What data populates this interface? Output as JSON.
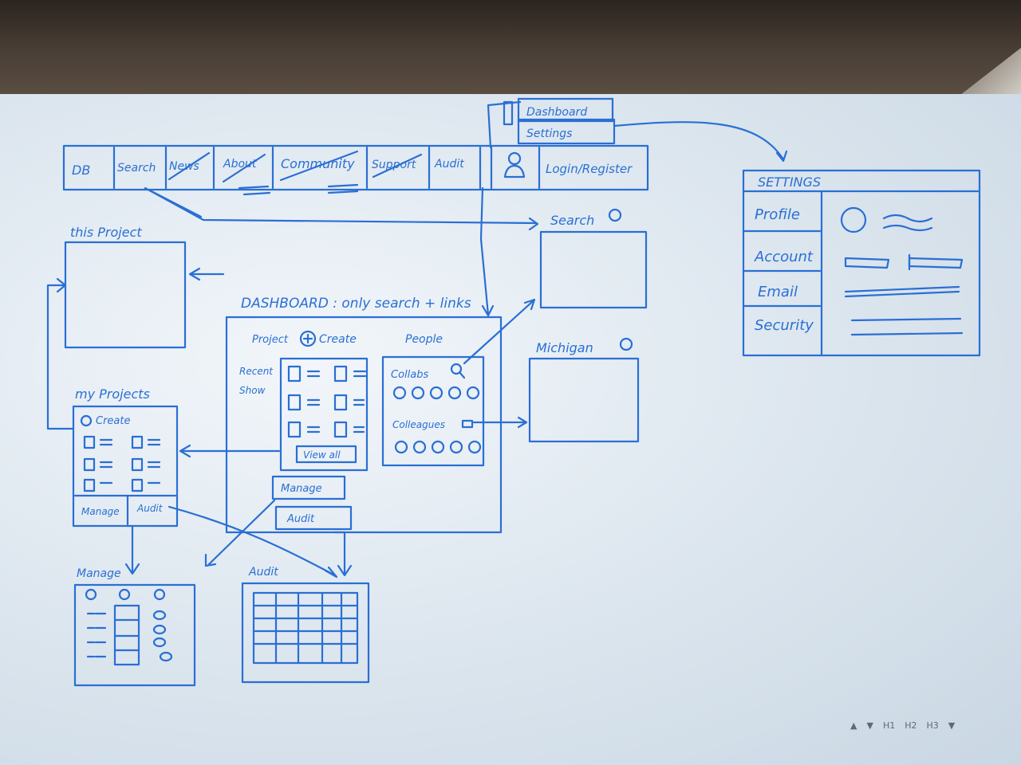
{
  "ink_color": "#2a6fd4",
  "navbar": {
    "items": [
      "DB",
      "Search",
      "News",
      "About",
      "Community",
      "Support",
      "Audit"
    ],
    "user_icon": "user-icon",
    "login_label": "Login/Register",
    "dropdown": [
      "Dashboard",
      "Settings"
    ]
  },
  "settings": {
    "title": "SETTINGS",
    "tabs": [
      "Profile",
      "Account",
      "Email",
      "Security"
    ]
  },
  "this_project": {
    "title": "this Project"
  },
  "search_panel": {
    "title": "Search",
    "icon": "circle-icon"
  },
  "michigan_panel": {
    "title": "Michigan",
    "icon": "circle-icon"
  },
  "dashboard": {
    "title": "DASHBOARD : only search + links",
    "projects_label": "Project",
    "create_label": "Create",
    "recent_label": "Recent",
    "show_label": "Show",
    "view_all": "View all",
    "people_label": "People",
    "collabs_label": "Collabs",
    "colleagues_label": "Colleagues",
    "manage_label": "Manage",
    "audit_label": "Audit"
  },
  "my_projects": {
    "title": "my Projects",
    "create_label": "Create",
    "manage_label": "Manage",
    "audit_label": "Audit"
  },
  "manage_panel": {
    "title": "Manage"
  },
  "audit_panel": {
    "title": "Audit"
  },
  "corner_nav": [
    "▲",
    "▼",
    "H1",
    "H2",
    "H3",
    "▼"
  ]
}
